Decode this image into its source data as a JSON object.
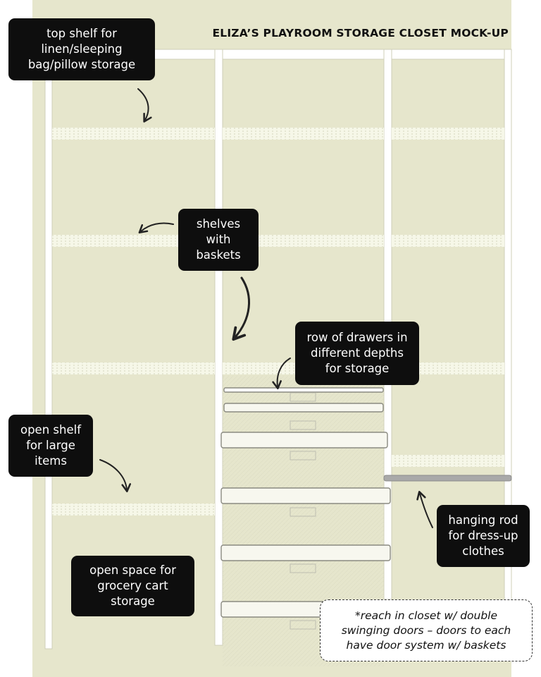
{
  "title": "ELIZA’S PLAYROOM STORAGE CLOSET MOCK-UP",
  "colors": {
    "wall": "#e6e6cc",
    "panel": "#ffffff",
    "panel_stroke": "#c9c9b4",
    "shelf_stripe": "#eef0dc",
    "drawer_mesh": "#f4f3e4",
    "rod": "#a9a9a9",
    "callout_bg": "#0e0e0e",
    "callout_text": "#ffffff"
  },
  "callouts": {
    "top_shelf": "top shelf for\nlinen/sleeping\nbag/pillow storage",
    "shelves_baskets": "shelves\nwith\nbaskets",
    "drawers": "row of drawers in\ndifferent depths\nfor storage",
    "open_shelf": "open shelf\nfor large\nitems",
    "hanging_rod": "hanging rod\nfor dress-up\nclothes",
    "open_space": "open space for\ngrocery cart\nstorage"
  },
  "note": "*reach in closet w/ double\nswinging doors – doors to each\nhave door system w/ baskets",
  "icons": {
    "arrow": "curved-arrow-icon"
  }
}
